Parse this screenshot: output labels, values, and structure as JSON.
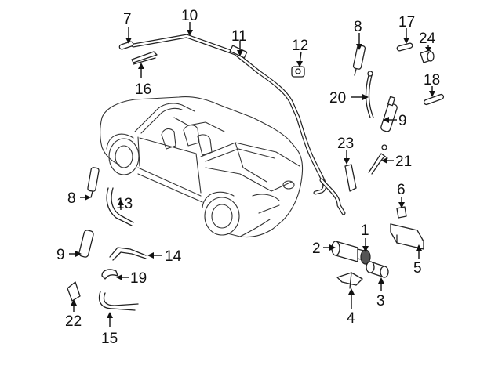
{
  "callouts": {
    "c1": "1",
    "c2": "2",
    "c3": "3",
    "c4": "4",
    "c5": "5",
    "c6": "6",
    "c7": "7",
    "c8a": "8",
    "c8b": "8",
    "c9a": "9",
    "c9b": "9",
    "c10": "10",
    "c11": "11",
    "c12": "12",
    "c13": "13",
    "c14": "14",
    "c15": "15",
    "c16": "16",
    "c17": "17",
    "c18": "18",
    "c19": "19",
    "c20": "20",
    "c21": "21",
    "c22": "22",
    "c23": "23",
    "c24": "24"
  },
  "colors": {
    "line": "#111111",
    "background": "#ffffff"
  }
}
